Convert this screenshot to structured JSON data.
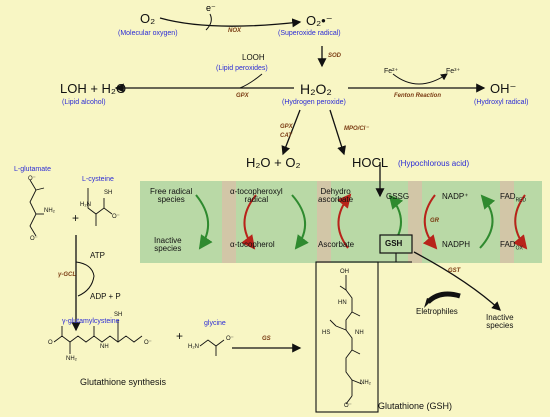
{
  "top": {
    "electron": "e⁻",
    "o2": "O₂",
    "o2_sub": "(Molecular oxygen)",
    "nox": "NOX",
    "superoxide": "O₂•⁻",
    "superoxide_sub": "(Superoxide radical)",
    "sod": "SOD",
    "looh": "LOOH",
    "looh_sub": "(Lipid peroxides)",
    "loh": "LOH + H₂O",
    "loh_sub": "(Lipid alcohol)",
    "gpx1": "GPX",
    "h2o2": "H₂O₂",
    "h2o2_sub": "(Hydrogen peroxide)",
    "fe2": "Fe²⁺",
    "fe3": "Fe³⁺",
    "fenton": "Fenton Reaction",
    "oh": "OH⁻",
    "oh_sub": "(Hydroxyl radical)",
    "gpx_cat_1": "GPX",
    "gpx_cat_2": "CAT",
    "mpo": "MPO/Cl⁻",
    "h2o_o2": "H₂O + O₂",
    "hocl": "HOCL",
    "hocl_sub": "(Hypochlorous acid)"
  },
  "band": {
    "free_radical": "Free radical\nspecies",
    "inactive": "Inactive\nspecies",
    "toco_radical": "α-tocopheroxyl\nradical",
    "toco": "α-tocopherol",
    "dehydro": "Dehydro\nascorbate",
    "ascorbate": "Ascorbate",
    "gssg": "GSSG",
    "gsh": "GSH",
    "gr": "GR",
    "nadp": "NADP⁺",
    "nadph": "NADPH",
    "fadred": "FAD",
    "fadred_sub": "RED",
    "fadox": "FAD",
    "fadox_sub": "OX"
  },
  "synthesis": {
    "lglutamate": "L-glutamate",
    "lcysteine": "L-cysteine",
    "plus1": "+",
    "atp": "ATP",
    "gcl": "γ-GCL",
    "adp": "ADP + P",
    "glucys": "γ-glutamylcysteine",
    "plus2": "+",
    "glycine": "glycine",
    "gs": "GS",
    "title": "Glutathione synthesis"
  },
  "gsh_struct": {
    "caption": "Glutathione (GSH)",
    "gst": "GST",
    "eletrophiles": "Eletrophiles",
    "inactive_species": "Inactive\nspecies"
  },
  "chem_labels": {
    "o": "O",
    "oh": "OH",
    "o_minus": "O⁻",
    "nh2": "NH₂",
    "h2n": "H₂N",
    "sh": "SH",
    "hs": "HS",
    "nh": "NH",
    "hn": "HN",
    "oh_upper": "OH"
  },
  "colors": {
    "background": "#f8f6c4",
    "band": "#b9d9a6",
    "blue_text": "#2c2cd6",
    "enzyme_text": "#7a3b12",
    "arrow_red": "#b8231a",
    "arrow_green": "#2f8a2f"
  }
}
